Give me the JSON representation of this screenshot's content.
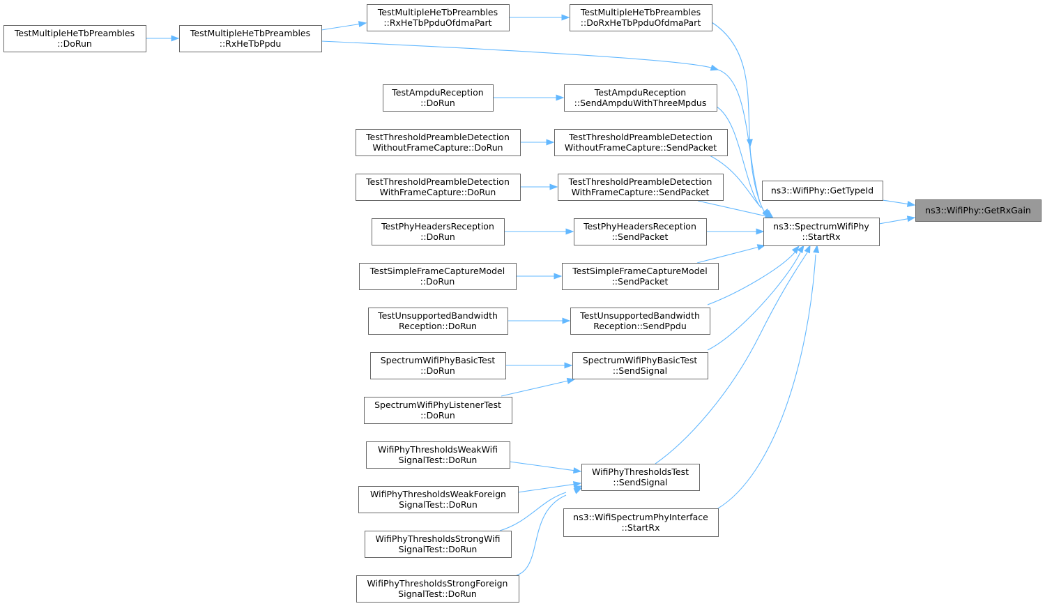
{
  "colors": {
    "edge": "#63b8ff",
    "node_border": "#666666",
    "focus_fill": "#999999",
    "node_fill": "#ffffff"
  },
  "nodes": {
    "getrxgain": [
      "ns3::WifiPhy::GetRxGain"
    ],
    "gettypeid": [
      "ns3::WifiPhy::GetTypeId"
    ],
    "spectrum_startrx": [
      "ns3::SpectrumWifiPhy",
      "::StartRx"
    ],
    "iface_startrx": [
      "ns3::WifiSpectrumPhyInterface",
      "::StartRx"
    ],
    "mhe_dorun": [
      "TestMultipleHeTbPreambles",
      "::DoRun"
    ],
    "mhe_rxhetbppdu": [
      "TestMultipleHeTbPreambles",
      "::RxHeTbPpdu"
    ],
    "mhe_rxofdma": [
      "TestMultipleHeTbPreambles",
      "::RxHeTbPpduOfdmaPart"
    ],
    "mhe_dorxofdma": [
      "TestMultipleHeTbPreambles",
      "::DoRxHeTbPpduOfdmaPart"
    ],
    "ampdu_dorun": [
      "TestAmpduReception",
      "::DoRun"
    ],
    "ampdu_send": [
      "TestAmpduReception",
      "::SendAmpduWithThreeMpdus"
    ],
    "tpd_wo_dorun": [
      "TestThresholdPreambleDetection",
      "WithoutFrameCapture::DoRun"
    ],
    "tpd_wo_send": [
      "TestThresholdPreambleDetection",
      "WithoutFrameCapture::SendPacket"
    ],
    "tpd_w_dorun": [
      "TestThresholdPreambleDetection",
      "WithFrameCapture::DoRun"
    ],
    "tpd_w_send": [
      "TestThresholdPreambleDetection",
      "WithFrameCapture::SendPacket"
    ],
    "phh_dorun": [
      "TestPhyHeadersReception",
      "::DoRun"
    ],
    "phh_send": [
      "TestPhyHeadersReception",
      "::SendPacket"
    ],
    "sfc_dorun": [
      "TestSimpleFrameCaptureModel",
      "::DoRun"
    ],
    "sfc_send": [
      "TestSimpleFrameCaptureModel",
      "::SendPacket"
    ],
    "ubw_dorun": [
      "TestUnsupportedBandwidth",
      "Reception::DoRun"
    ],
    "ubw_send": [
      "TestUnsupportedBandwidth",
      "Reception::SendPpdu"
    ],
    "swb_dorun": [
      "SpectrumWifiPhyBasicTest",
      "::DoRun"
    ],
    "swb_send": [
      "SpectrumWifiPhyBasicTest",
      "::SendSignal"
    ],
    "swl_dorun": [
      "SpectrumWifiPhyListenerTest",
      "::DoRun"
    ],
    "wtt_send": [
      "WifiPhyThresholdsTest",
      "::SendSignal"
    ],
    "wtw_wifi": [
      "WifiPhyThresholdsWeakWifi",
      "SignalTest::DoRun"
    ],
    "wtw_foreign": [
      "WifiPhyThresholdsWeakForeign",
      "SignalTest::DoRun"
    ],
    "wts_wifi": [
      "WifiPhyThresholdsStrongWifi",
      "SignalTest::DoRun"
    ],
    "wts_foreign": [
      "WifiPhyThresholdsStrongForeign",
      "SignalTest::DoRun"
    ]
  }
}
